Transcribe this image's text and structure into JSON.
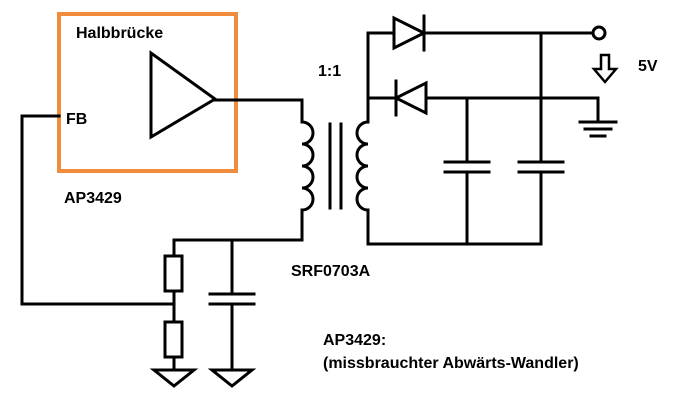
{
  "labels": {
    "block_title": "Halbbrücke",
    "fb_pin": "FB",
    "ic_name": "AP3429",
    "ratio": "1:1",
    "transformer": "SRF0703A",
    "output_voltage": "5V",
    "note_line1": "AP3429:",
    "note_line2": "(missbrauchter Abwärts-Wandler)"
  },
  "colors": {
    "block_border": "#f08c3c",
    "wire": "#000000"
  }
}
